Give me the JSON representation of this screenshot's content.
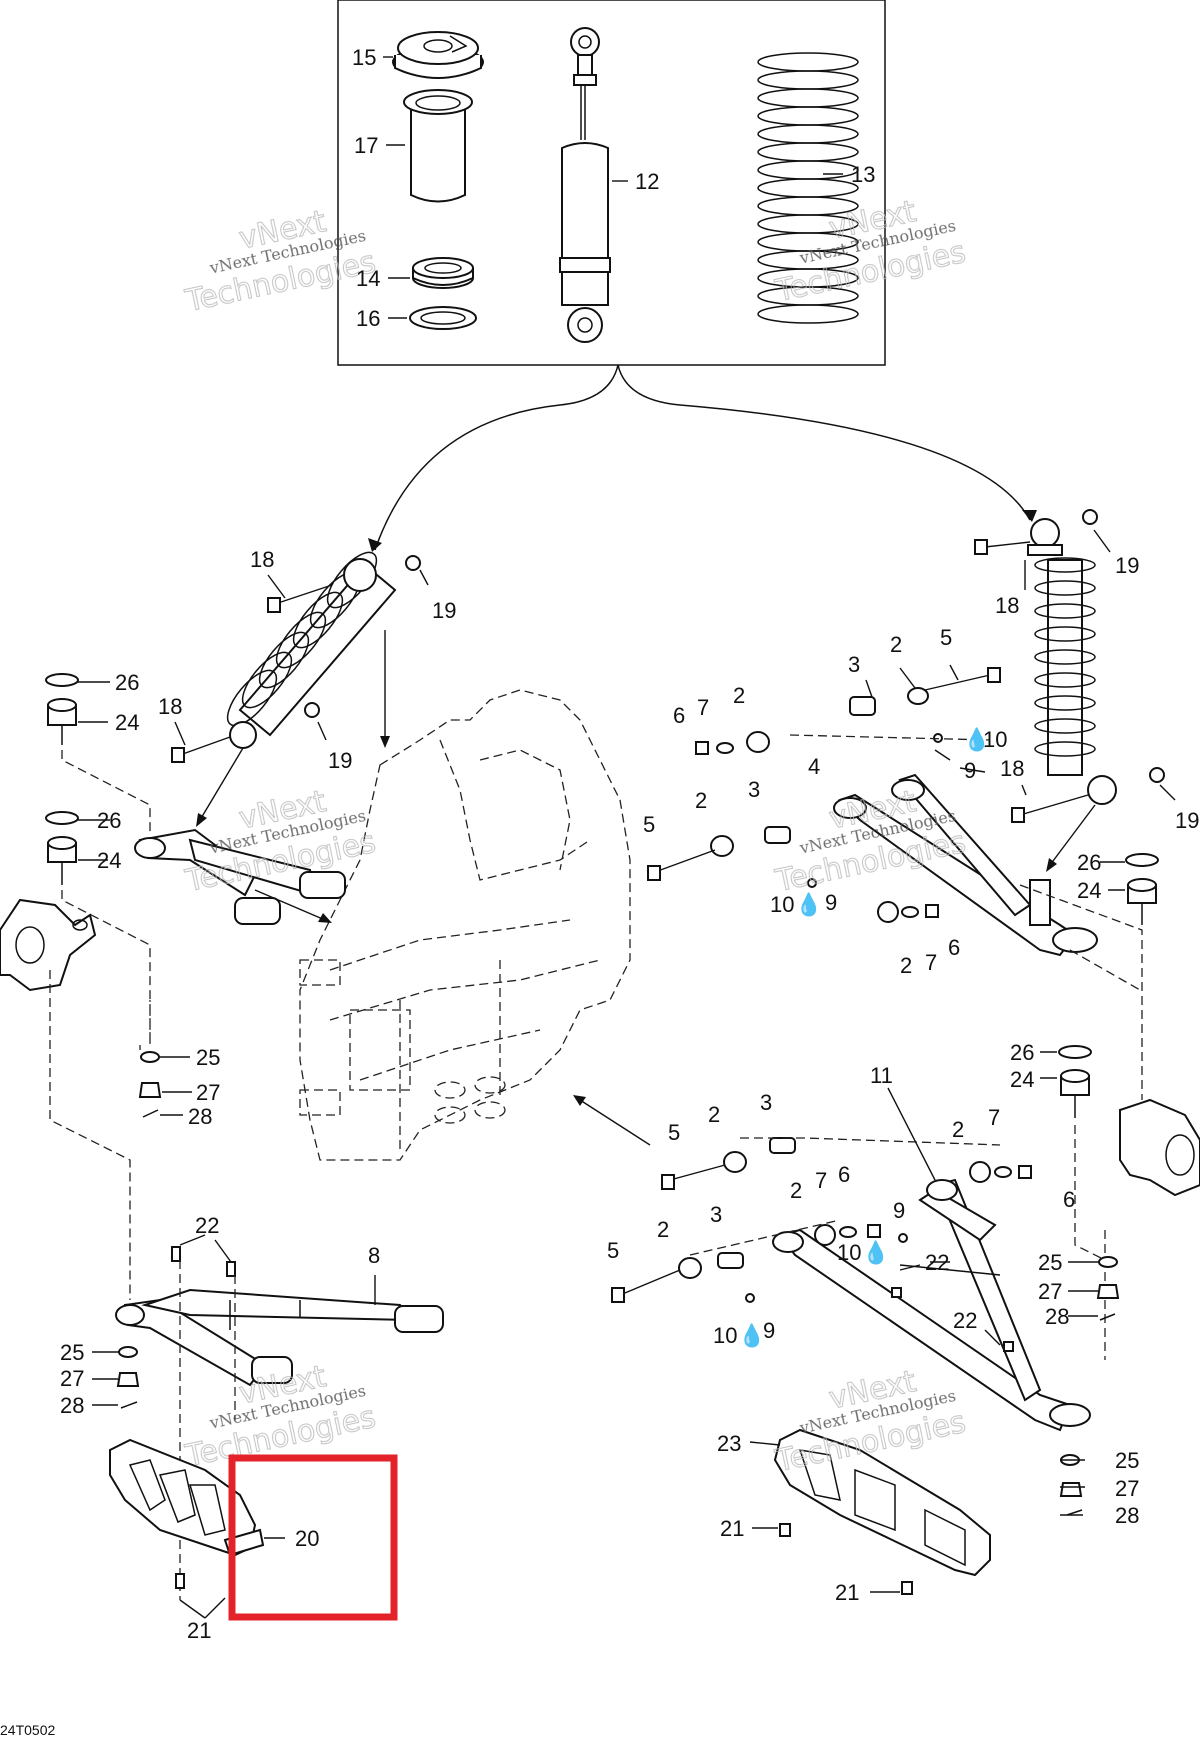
{
  "diagram_code": "24T0502",
  "watermark": {
    "line1": "vNext",
    "line2": "vNext Technologies",
    "line3": "Technologies"
  },
  "highlight_color": "#e4222a",
  "labels": {
    "p15": "15",
    "p17": "17",
    "p14": "14",
    "p16": "16",
    "p12": "12",
    "p13": "13",
    "p18a": "18",
    "p19a": "19",
    "p18b": "18",
    "p19b": "19",
    "p18c": "18",
    "p19c": "19",
    "p18d": "18",
    "p19d": "19",
    "p26a": "26",
    "p24a": "24",
    "p26b": "26",
    "p24b": "24",
    "p25a": "25",
    "p27a": "27",
    "p28a": "28",
    "p22a": "22",
    "p8": "8",
    "p25b": "25",
    "p27b": "27",
    "p28b": "28",
    "p20": "20",
    "p21a": "21",
    "p3a": "3",
    "p2a": "2",
    "p5a": "5",
    "p6a": "6",
    "p7a": "7",
    "p2b": "2",
    "p10a": "10",
    "p9a": "9",
    "p4": "4",
    "p5b": "5",
    "p2c": "2",
    "p3b": "3",
    "p10b": "10",
    "p9b": "9",
    "p2d": "2",
    "p7b": "7",
    "p6b": "6",
    "p26c": "26",
    "p24c": "24",
    "p26d": "26",
    "p24d": "24",
    "p11": "11",
    "p5c": "5",
    "p2e": "2",
    "p3c": "3",
    "p2f": "2",
    "p7c": "7",
    "p6c": "6",
    "p2g": "2",
    "p7d": "7",
    "p6d": "6",
    "p9c": "9",
    "p10c": "10",
    "p22b": "22",
    "p5d": "5",
    "p2h": "2",
    "p3d": "3",
    "p10d": "10",
    "p9d": "9",
    "p25c": "25",
    "p27c": "27",
    "p28c": "28",
    "p22c": "22",
    "p23": "23",
    "p21b": "21",
    "p21c": "21",
    "p25d": "25",
    "p27d": "27",
    "p28d": "28"
  }
}
